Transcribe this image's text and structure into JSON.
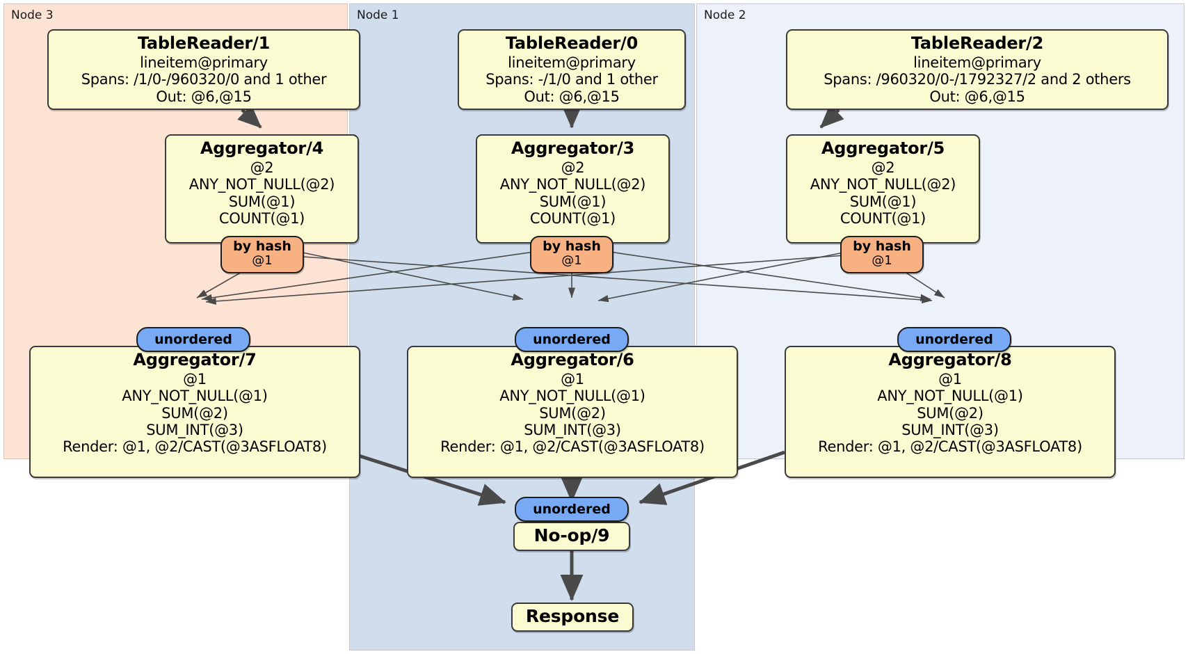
{
  "diagram": {
    "type": "distributed-query-plan",
    "colors": {
      "node3_bg": "#fde3d4",
      "node1_bg": "#cfdded",
      "node2_bg": "#edf1fa",
      "processor_box": "#fbfbd2",
      "hash_router": "#f7b182",
      "unordered_synchronizer": "#78a9f4",
      "edge": "#4a4a4a",
      "border": "#3a3a3a"
    },
    "panels": [
      {
        "id": "node3",
        "label": "Node 3"
      },
      {
        "id": "node1",
        "label": "Node 1"
      },
      {
        "id": "node2",
        "label": "Node 2"
      }
    ],
    "processors": {
      "tablereader1": {
        "title": "TableReader/1",
        "lines": [
          "lineitem@primary",
          "Spans: /1/0-/960320/0 and 1 other",
          "Out: @6,@15"
        ]
      },
      "tablereader0": {
        "title": "TableReader/0",
        "lines": [
          "lineitem@primary",
          "Spans: -/1/0 and 1 other",
          "Out: @6,@15"
        ]
      },
      "tablereader2": {
        "title": "TableReader/2",
        "lines": [
          "lineitem@primary",
          "Spans: /960320/0-/1792327/2 and 2 others",
          "Out: @6,@15"
        ]
      },
      "aggregator4": {
        "title": "Aggregator/4",
        "lines": [
          "@2",
          "ANY_NOT_NULL(@2)",
          "SUM(@1)",
          "COUNT(@1)"
        ]
      },
      "aggregator3": {
        "title": "Aggregator/3",
        "lines": [
          "@2",
          "ANY_NOT_NULL(@2)",
          "SUM(@1)",
          "COUNT(@1)"
        ]
      },
      "aggregator5": {
        "title": "Aggregator/5",
        "lines": [
          "@2",
          "ANY_NOT_NULL(@2)",
          "SUM(@1)",
          "COUNT(@1)"
        ]
      },
      "aggregator7": {
        "title": "Aggregator/7",
        "lines": [
          "@1",
          "ANY_NOT_NULL(@1)",
          "SUM(@2)",
          "SUM_INT(@3)",
          "Render: @1, @2/CAST(@3ASFLOAT8)"
        ]
      },
      "aggregator6": {
        "title": "Aggregator/6",
        "lines": [
          "@1",
          "ANY_NOT_NULL(@1)",
          "SUM(@2)",
          "SUM_INT(@3)",
          "Render: @1, @2/CAST(@3ASFLOAT8)"
        ]
      },
      "aggregator8": {
        "title": "Aggregator/8",
        "lines": [
          "@1",
          "ANY_NOT_NULL(@1)",
          "SUM(@2)",
          "SUM_INT(@3)",
          "Render: @1, @2/CAST(@3ASFLOAT8)"
        ]
      },
      "noop9": {
        "title": "No-op/9",
        "lines": []
      },
      "response": {
        "title": "Response",
        "lines": []
      }
    },
    "routers": {
      "hash4": {
        "title": "by hash",
        "sub": "@1"
      },
      "hash3": {
        "title": "by hash",
        "sub": "@1"
      },
      "hash5": {
        "title": "by hash",
        "sub": "@1"
      }
    },
    "synchronizers": {
      "sync7": {
        "label": "unordered"
      },
      "sync6": {
        "label": "unordered"
      },
      "sync8": {
        "label": "unordered"
      },
      "sync9": {
        "label": "unordered"
      }
    }
  }
}
